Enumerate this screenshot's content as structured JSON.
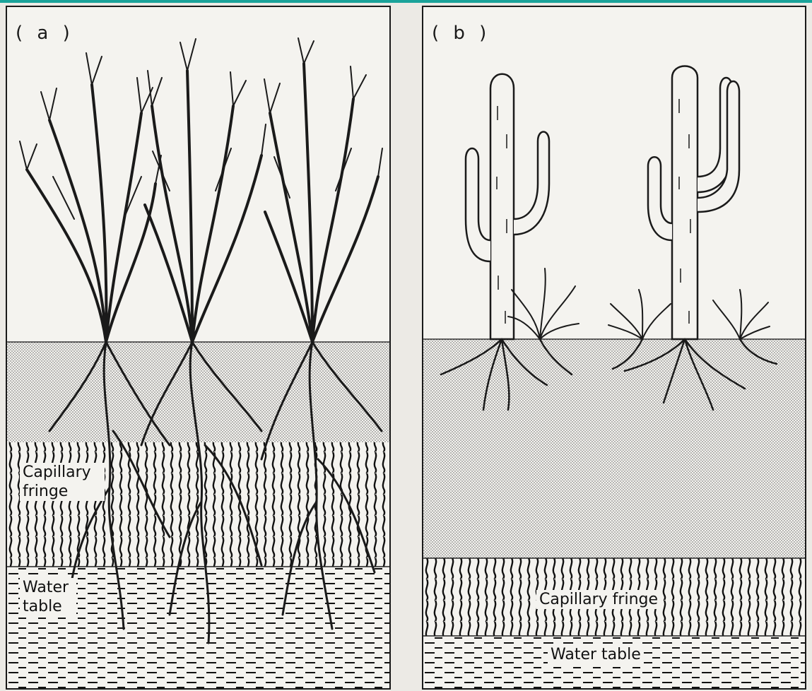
{
  "panel_a": {
    "label": "( a )",
    "capillary_fringe_label": "Capillary fringe",
    "water_table_label": "Water table"
  },
  "panel_b": {
    "label": "( b )",
    "capillary_fringe_label": "Capillary fringe",
    "water_table_label": "Water table"
  },
  "colors": {
    "ink": "#1a1a1a",
    "paper": "#f4f3ef",
    "accent_bar": "#1aa39a"
  }
}
